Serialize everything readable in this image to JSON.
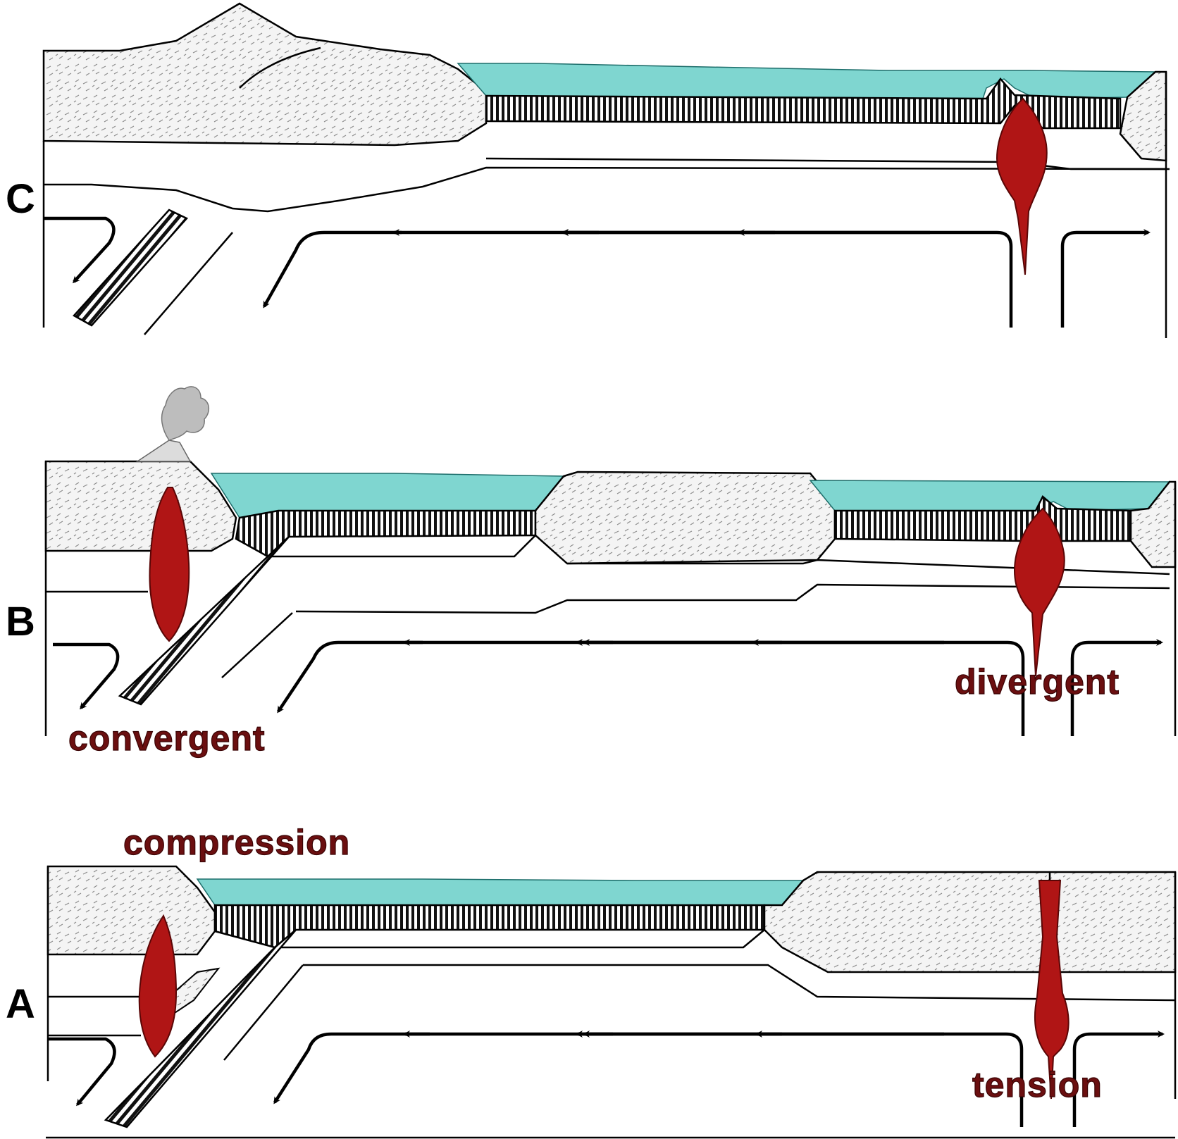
{
  "diagram": {
    "panels": [
      {
        "id": "C",
        "letter": "C",
        "labels": []
      },
      {
        "id": "B",
        "letter": "B",
        "labels": [
          "convergent",
          "divergent"
        ]
      },
      {
        "id": "A",
        "letter": "A",
        "labels": [
          "compression",
          "tension"
        ]
      }
    ]
  },
  "labels": {
    "C": "C",
    "B": "B",
    "A": "A",
    "convergent": "convergent",
    "divergent": "divergent",
    "compression": "compression",
    "tension": "tension"
  },
  "colors": {
    "ocean": "#7fd6d0",
    "magma": "#b01515",
    "label_text": "#6b0f10",
    "crust_fill": "#f4f4f4",
    "outline": "#000000"
  },
  "icons": [
    "volcano-icon",
    "ash-plume-icon",
    "magma-plume-icon",
    "flow-arrow-icon"
  ]
}
